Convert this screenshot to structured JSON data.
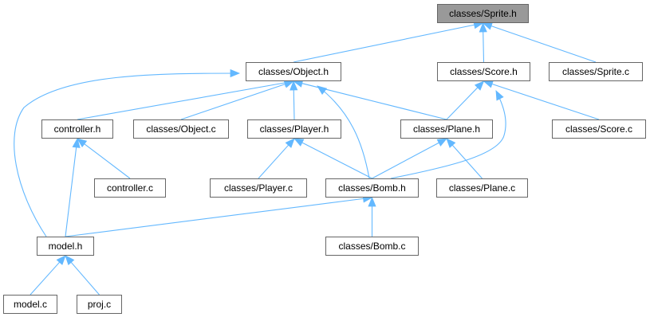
{
  "graph": {
    "edge_color": "#63b8ff",
    "root_color": "#999999",
    "nodes": [
      {
        "id": "sprite_h",
        "label": "classes/Sprite.h",
        "root": true
      },
      {
        "id": "object_h",
        "label": "classes/Object.h"
      },
      {
        "id": "score_h",
        "label": "classes/Score.h"
      },
      {
        "id": "sprite_c",
        "label": "classes/Sprite.c"
      },
      {
        "id": "controller_h",
        "label": "controller.h"
      },
      {
        "id": "object_c",
        "label": "classes/Object.c"
      },
      {
        "id": "player_h",
        "label": "classes/Player.h"
      },
      {
        "id": "plane_h",
        "label": "classes/Plane.h"
      },
      {
        "id": "score_c",
        "label": "classes/Score.c"
      },
      {
        "id": "controller_c",
        "label": "controller.c"
      },
      {
        "id": "player_c",
        "label": "classes/Player.c"
      },
      {
        "id": "bomb_h",
        "label": "classes/Bomb.h"
      },
      {
        "id": "plane_c",
        "label": "classes/Plane.c"
      },
      {
        "id": "model_h",
        "label": "model.h"
      },
      {
        "id": "bomb_c",
        "label": "classes/Bomb.c"
      },
      {
        "id": "model_c",
        "label": "model.c"
      },
      {
        "id": "proj_c",
        "label": "proj.c"
      }
    ],
    "edges": [
      {
        "from": "object_h",
        "to": "sprite_h"
      },
      {
        "from": "score_h",
        "to": "sprite_h"
      },
      {
        "from": "sprite_c",
        "to": "sprite_h"
      },
      {
        "from": "controller_h",
        "to": "object_h"
      },
      {
        "from": "object_c",
        "to": "object_h"
      },
      {
        "from": "player_h",
        "to": "object_h"
      },
      {
        "from": "plane_h",
        "to": "object_h"
      },
      {
        "from": "bomb_h",
        "to": "object_h"
      },
      {
        "from": "model_h",
        "to": "object_h"
      },
      {
        "from": "plane_h",
        "to": "score_h"
      },
      {
        "from": "score_c",
        "to": "score_h"
      },
      {
        "from": "bomb_h",
        "to": "score_h"
      },
      {
        "from": "controller_c",
        "to": "controller_h"
      },
      {
        "from": "model_h",
        "to": "controller_h"
      },
      {
        "from": "player_c",
        "to": "player_h"
      },
      {
        "from": "bomb_h",
        "to": "player_h"
      },
      {
        "from": "bomb_h",
        "to": "plane_h"
      },
      {
        "from": "plane_c",
        "to": "plane_h"
      },
      {
        "from": "model_h",
        "to": "bomb_h"
      },
      {
        "from": "bomb_c",
        "to": "bomb_h"
      },
      {
        "from": "model_c",
        "to": "model_h"
      },
      {
        "from": "proj_c",
        "to": "model_h"
      }
    ]
  }
}
